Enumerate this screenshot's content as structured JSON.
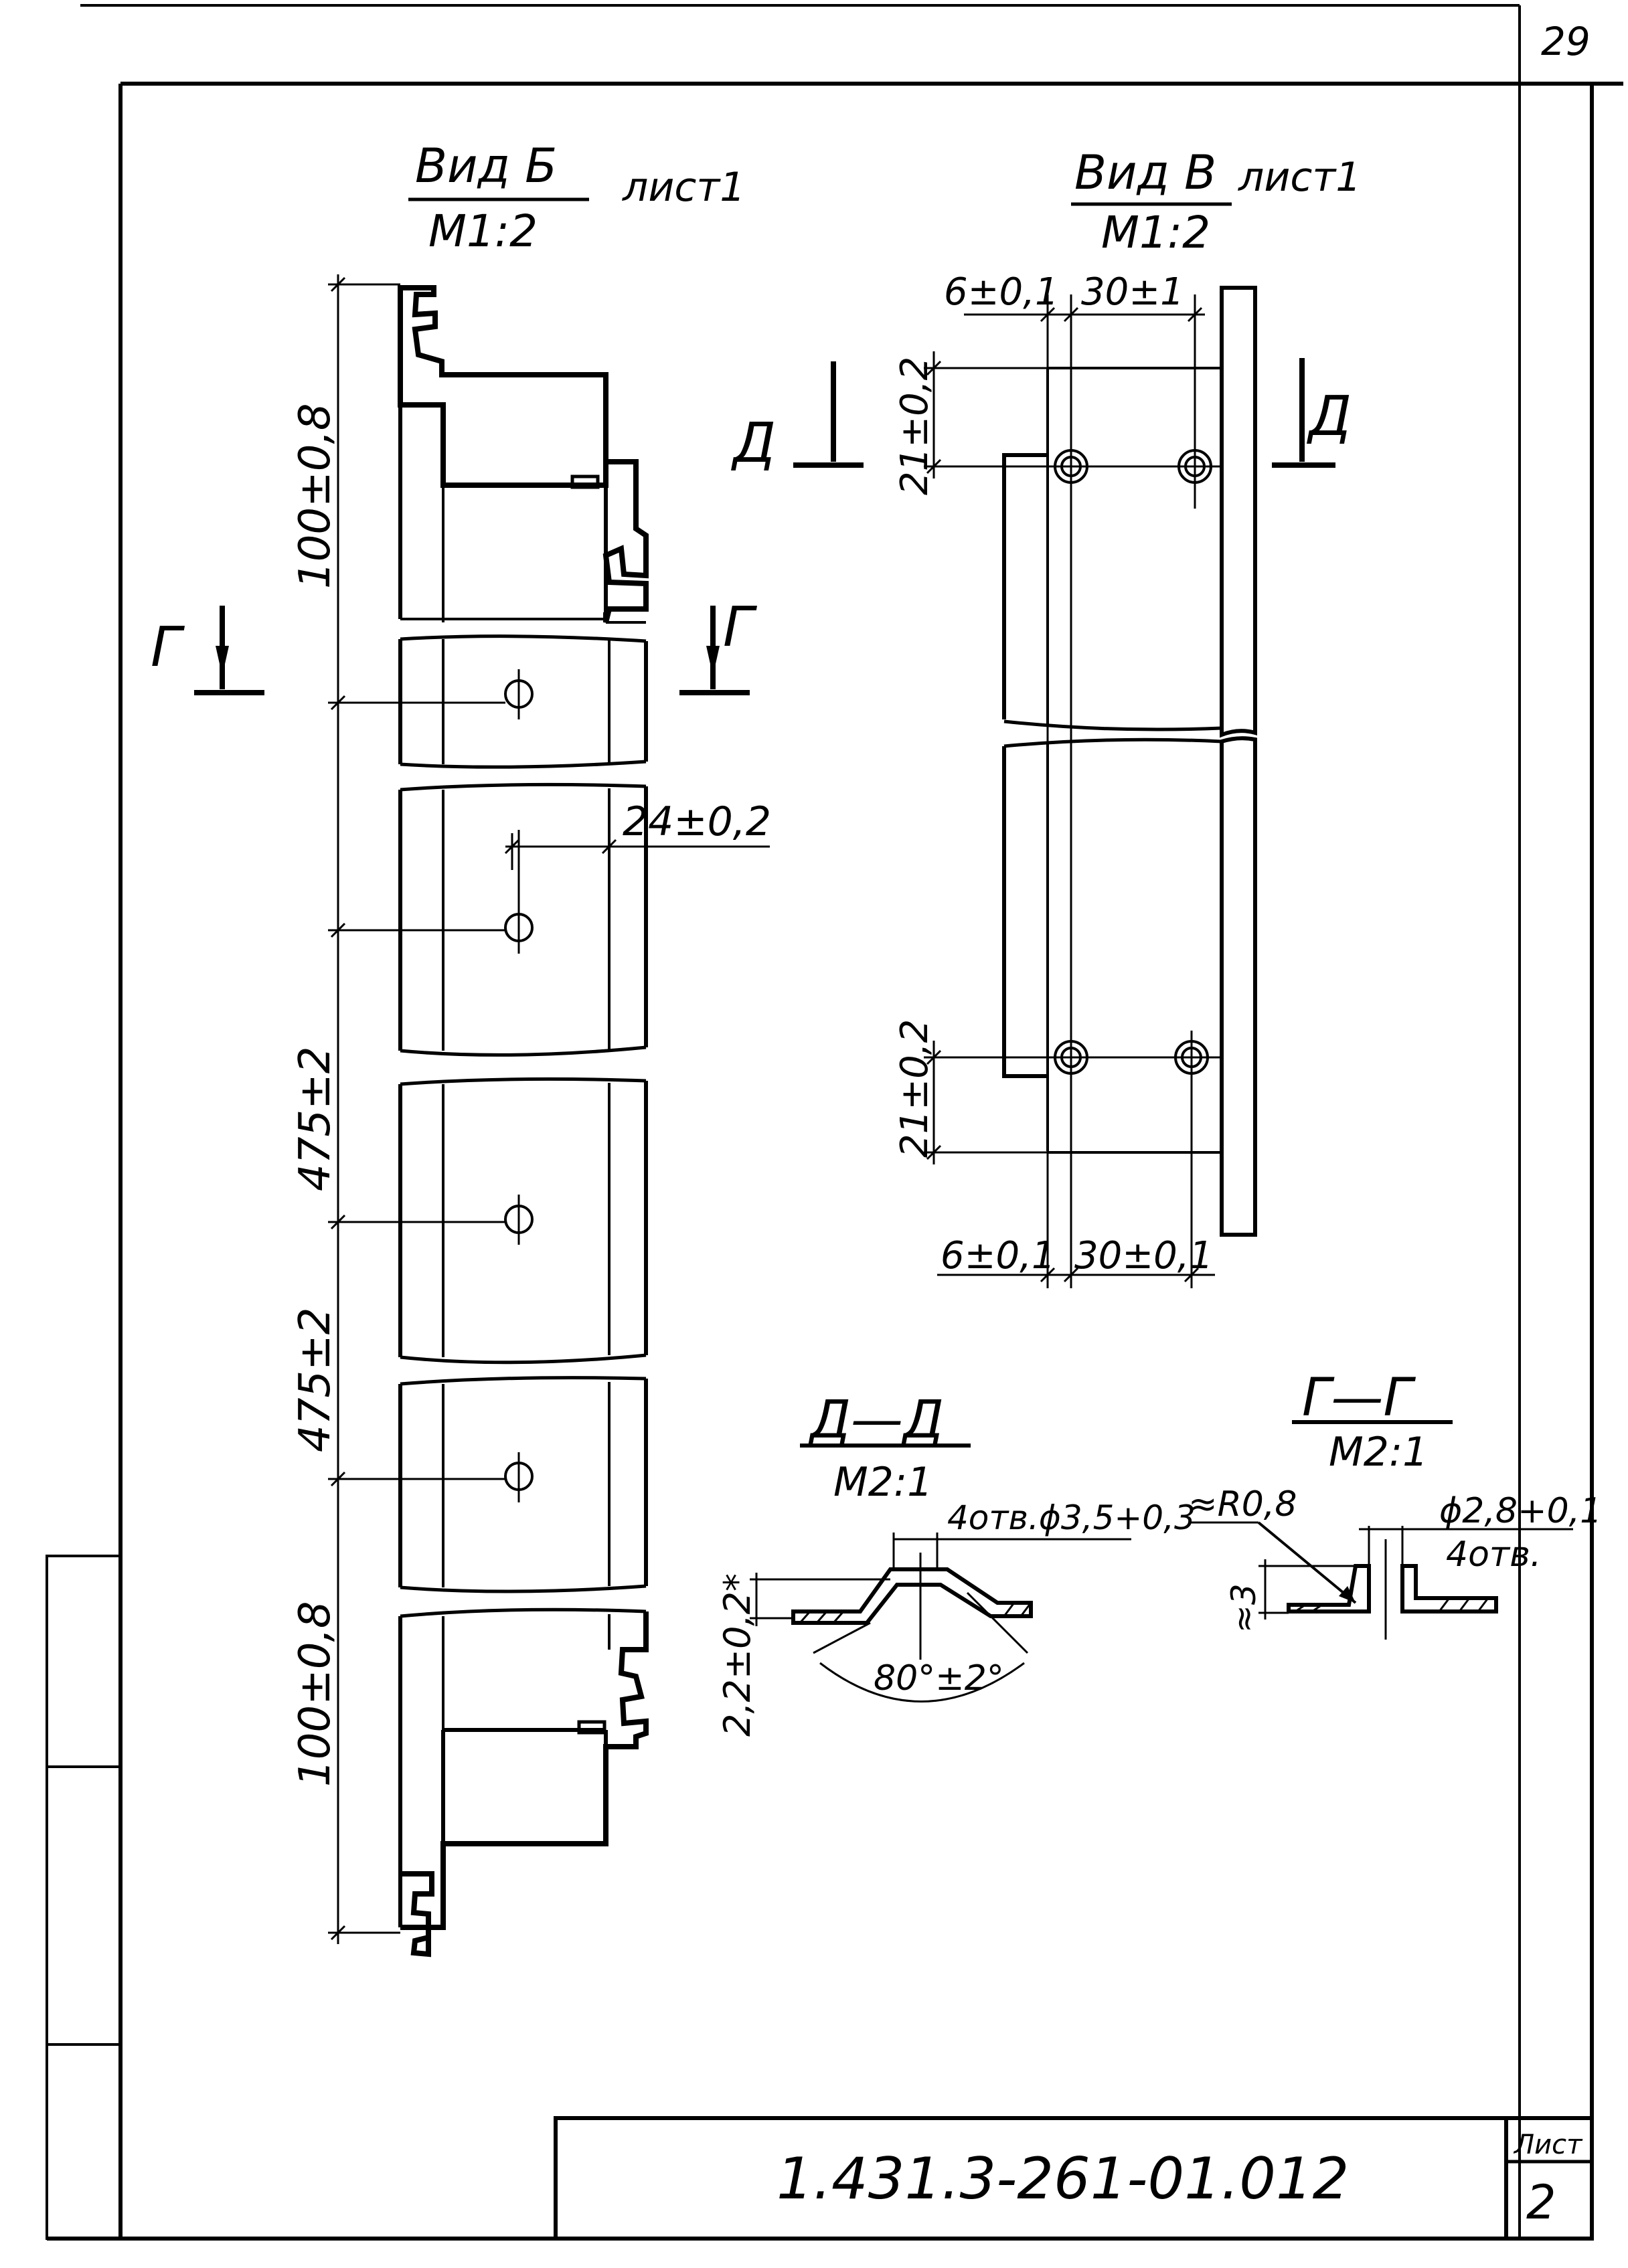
{
  "sheet_number": "29",
  "view_b": {
    "title": "Вид Б",
    "sheet_ref": "лист1",
    "scale": "М1:2"
  },
  "view_v": {
    "title": "Вид В",
    "sheet_ref": "лист1",
    "scale": "М1:2"
  },
  "section_d": {
    "title": "Д—Д",
    "scale": "М2:1"
  },
  "section_g": {
    "title": "Г—Г",
    "scale": "М2:1"
  },
  "cut_markers": {
    "g": "Г",
    "d": "Д"
  },
  "dimensions": {
    "b_top": "100±0,8",
    "b_offset": "24±0,2",
    "b_span1": "475±2",
    "b_span2": "475±2",
    "b_bottom": "100±0,8",
    "v_top_left": "6±0,1",
    "v_top_right": "30±1",
    "v_top_vert": "21±0,2",
    "v_bot_vert": "21±0,2",
    "v_bot_left": "6±0,1",
    "v_bot_right": "30±0,1",
    "d_holes": "4отв.ϕ3,5+0,3",
    "d_height": "2,2±0,2*",
    "d_angle": "80°±2°",
    "g_radius": "≈R0,8",
    "g_diam": "ϕ2,8+0,1",
    "g_holes": "4отв.",
    "g_height": "≈3"
  },
  "title_block": {
    "doc_number": "1.431.3-261-01.012",
    "sheet_label": "Лист",
    "sheet_value": "2"
  }
}
